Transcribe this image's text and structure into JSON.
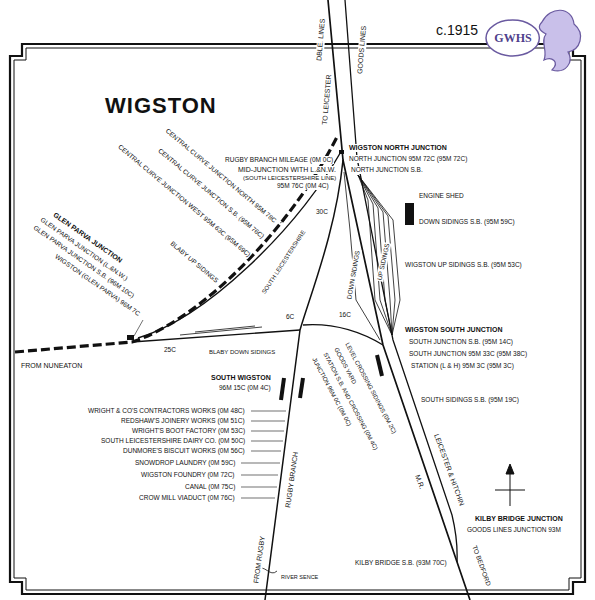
{
  "diagram": {
    "title": "WIGSTON",
    "nodes": [
      {
        "text": [
          "GWHS"
        ]
      }
    ],
    "labels": [
      "c.1915",
      "DBLE. LINES",
      "GOODS LINES",
      "TO LEICESTER",
      "RUGBY BRANCH MILEAGE (0M 0C)",
      "WIGSTON NORTH JUNCTION",
      "NORTH JUNCTION 95M 72C (95M 72C)",
      "NORTH JUNCTION S.B.",
      "MID-JUNCTION WITH L.&N.W.",
      "(SOUTH LEICESTERSHIRE LINE)",
      "95M 76C (0M 4C)",
      "ENGINE SHED",
      "DOWN SIDINGS S.B. (95M 59C)",
      "CENTRAL CURVE JUNCTION NORTH 95M 78C",
      "CENTRAL CURVE JUNCTION S.B. (95M 76C)",
      "CENTRAL CURVE JUNCTION WEST 95M 63C (95M 69C)",
      "BLABY UP SIDINGS",
      "UP SIDINGS",
      "DOWN SIDINGS",
      "WIGSTON UP SIDINGS S.B. (95M 53C)",
      "30C",
      "SOUTH LEICESTERSHIRE",
      "GLEN PARVA JUNCTION",
      "GLEN PARVA JUNCTION (L.&N.W.)",
      "GLEN PARVA JUNCTION S.B. (96M 10C)",
      "WIGSTON (GLEN PARVA) 96M 7C",
      "FROM NUNEATON",
      "25C",
      "BLABY DOWN SIDINGS",
      "6C",
      "16C",
      "WIGSTON SOUTH JUNCTION",
      "SOUTH JUNCTION S.B. (95M 14C)",
      "SOUTH JUNCTION 95M 33C (95M 38C)",
      "STATION (L & H) 95M 3C (95M 3C)",
      "SOUTH WIGSTON",
      "96M 15C (0M 4C)",
      "SOUTH SIDINGS S.B. (95M 19C)",
      "LEVEL CROSSING SIDINGS (0M 2C)",
      "GOODS YARD",
      "STATION S.B. AND CROSSING (0M 4C)",
      "JUNCTION 96M 0C (0M 0C)",
      "WRIGHT & CO'S CONTRACTORS WORKS (0M 48C)",
      "REDSHAW'S JOINERY WORKS (0M 51C)",
      "WRIGHT'S BOOT FACTORY (0M 53C)",
      "SOUTH LEICESTERSHIRE DAIRY CO. (0M 50C)",
      "DUNMORE'S BISCUIT WORKS (0M 56C)",
      "SNOWDROP LAUNDRY (0M 59C)",
      "WIGSTON FOUNDRY (0M 72C)",
      "CANAL (0M 75C)",
      "CROW MILL VIADUCT (0M 76C)",
      "RUGBY BRANCH",
      "LEICESTER & HITCHIN",
      "M.R.",
      "KILBY BRIDGE JUNCTION",
      "GOODS LINES JUNCTION 93M",
      "KILBY BRIDGE S.B. (93M 70C)",
      "TO BEDFORD",
      "FROM RUGBY",
      "RIVER SENCE"
    ]
  }
}
